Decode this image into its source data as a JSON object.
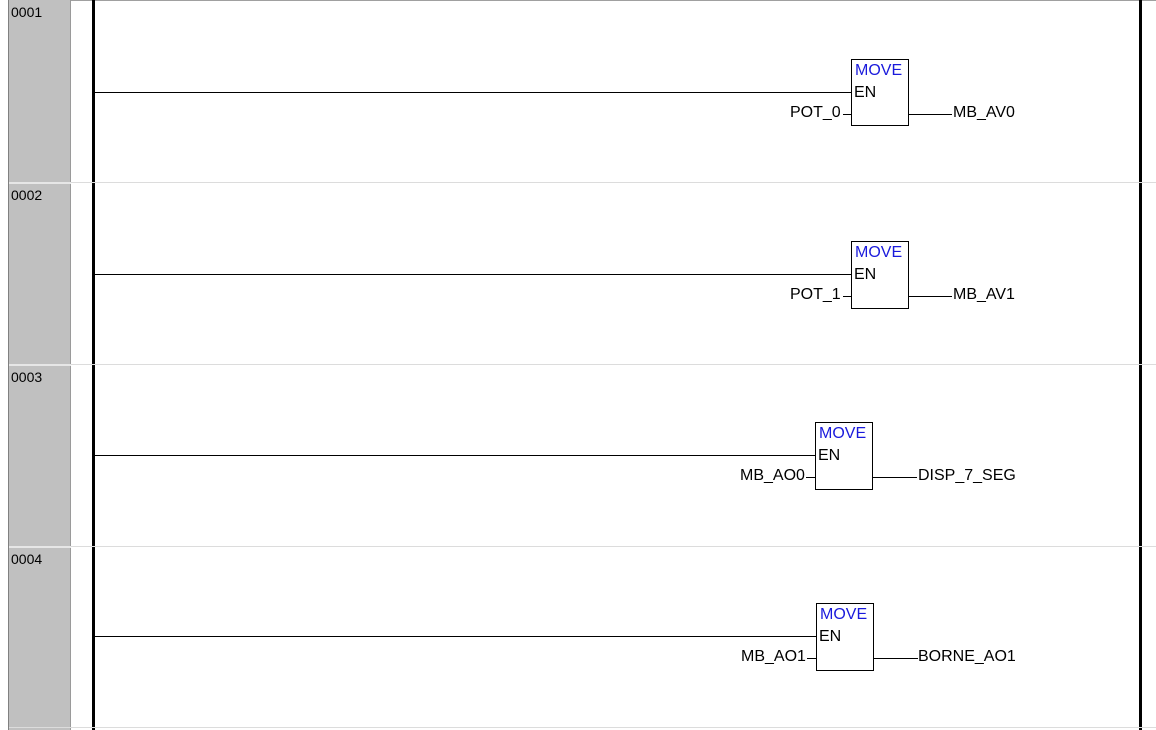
{
  "rungs": [
    {
      "number": "0001",
      "block": {
        "name": "MOVE",
        "enable": "EN"
      },
      "input": "POT_0",
      "output": "MB_AV0"
    },
    {
      "number": "0002",
      "block": {
        "name": "MOVE",
        "enable": "EN"
      },
      "input": "POT_1",
      "output": "MB_AV1"
    },
    {
      "number": "0003",
      "block": {
        "name": "MOVE",
        "enable": "EN"
      },
      "input": "MB_AO0",
      "output": "DISP_7_SEG"
    },
    {
      "number": "0004",
      "block": {
        "name": "MOVE",
        "enable": "EN"
      },
      "input": "MB_AO1",
      "output": "BORNE_AO1"
    }
  ],
  "colors": {
    "block_name": "#1a1adc",
    "gutter": "#c0c0c0",
    "wire": "#000000"
  }
}
